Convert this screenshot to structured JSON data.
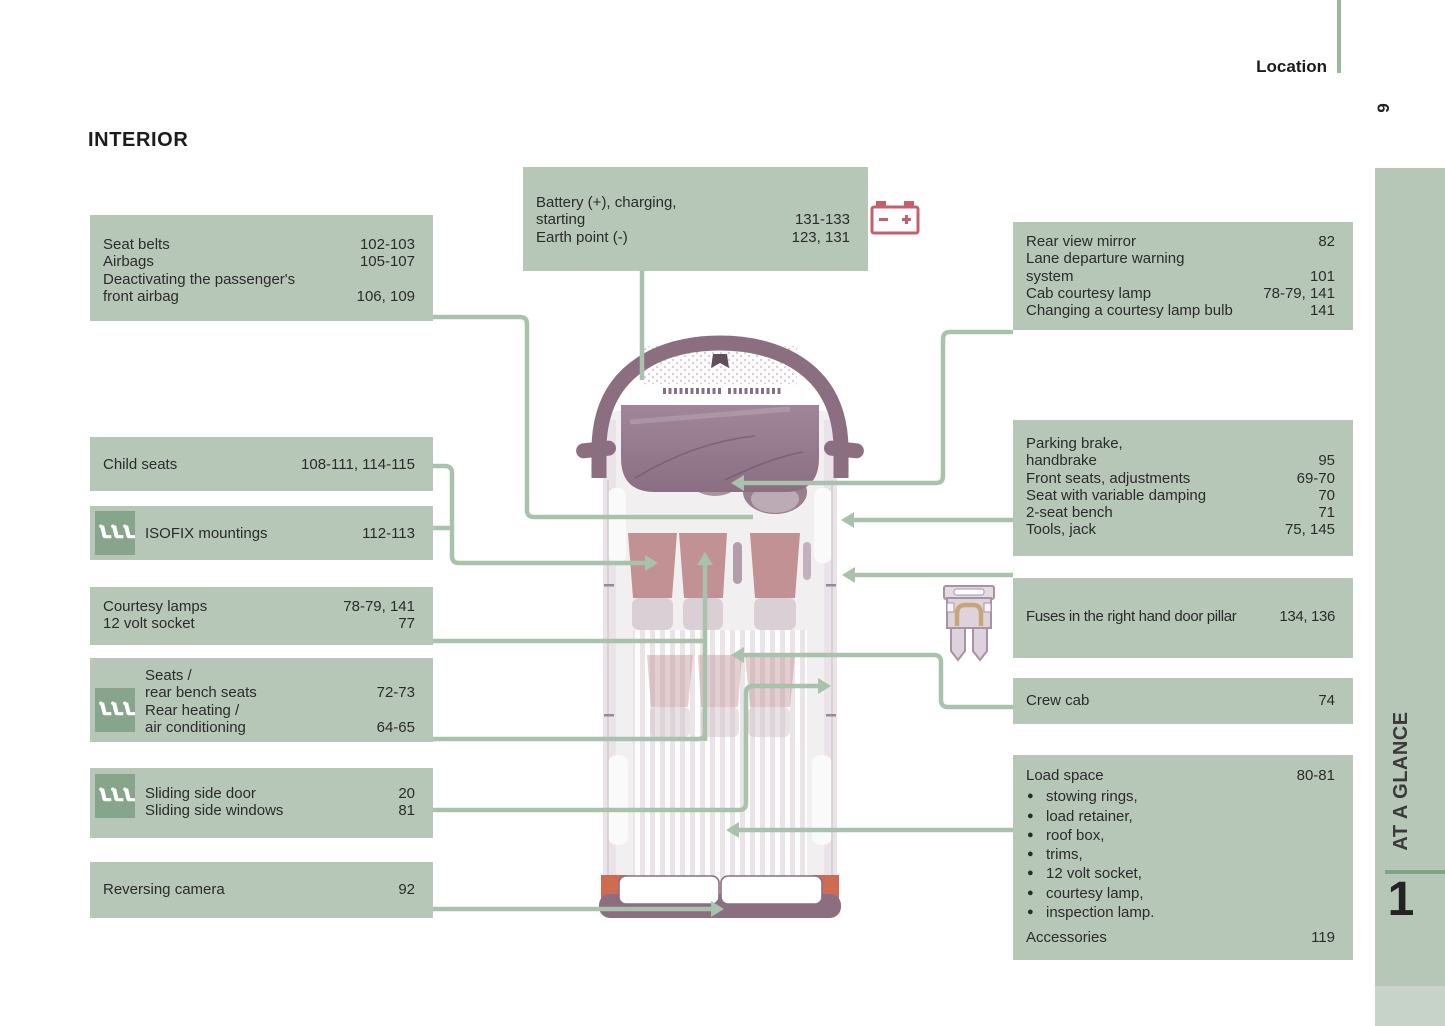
{
  "page": {
    "title": "INTERIOR",
    "header_label": "Location",
    "page_number": "9",
    "sidebar": {
      "tab": "AT A GLANCE",
      "chapter": "1"
    }
  },
  "colors": {
    "box_green": "#b6c7b8",
    "line_green": "#a9c2ab",
    "icon_square_green": "#87a58a",
    "sidebar_green": "#b6c7b8",
    "battery_red": "#c4606b",
    "taillight_orange": "#cd6b53",
    "van_dark_mauve": "#8b6f80",
    "seat_rose": "#c29193"
  },
  "icons": {
    "battery": "battery-icon",
    "fuse": "fuse-icon",
    "triple_seats": "triple-seat-icon"
  },
  "callouts": {
    "battery": {
      "rows": [
        {
          "label": "Battery (+), charging,",
          "pages": ""
        },
        {
          "label": "starting",
          "pages": "131-133"
        },
        {
          "label": "Earth point (-)",
          "pages": "123, 131"
        }
      ]
    },
    "seat_belts": {
      "rows": [
        {
          "label": "Seat belts",
          "pages": "102-103"
        },
        {
          "label": "Airbags",
          "pages": "105-107"
        },
        {
          "label": "Deactivating the passenger's",
          "pages": ""
        },
        {
          "label": "front airbag",
          "pages": "106, 109"
        }
      ]
    },
    "child_seats": {
      "rows": [
        {
          "label": "Child seats",
          "pages": "108-111, 114-115"
        }
      ]
    },
    "isofix": {
      "rows": [
        {
          "label": "ISOFIX mountings",
          "pages": "112-113"
        }
      ]
    },
    "courtesy": {
      "rows": [
        {
          "label": "Courtesy lamps",
          "pages": "78-79, 141"
        },
        {
          "label": "12 volt socket",
          "pages": "77"
        }
      ]
    },
    "seats": {
      "rows": [
        {
          "label": "Seats /",
          "pages": ""
        },
        {
          "label": "rear bench seats",
          "pages": "72-73"
        },
        {
          "label": "Rear heating /",
          "pages": ""
        },
        {
          "label": "air conditioning",
          "pages": "64-65"
        }
      ]
    },
    "sliding": {
      "rows": [
        {
          "label": "Sliding side door",
          "pages": "20"
        },
        {
          "label": "Sliding side windows",
          "pages": "81"
        }
      ]
    },
    "reversing": {
      "rows": [
        {
          "label": "Reversing camera",
          "pages": "92"
        }
      ]
    },
    "rear_view": {
      "rows": [
        {
          "label": "Rear view mirror",
          "pages": "82"
        },
        {
          "label": "Lane departure warning",
          "pages": ""
        },
        {
          "label": "system",
          "pages": "101"
        },
        {
          "label": "Cab courtesy lamp",
          "pages": "78-79, 141"
        },
        {
          "label": "Changing a courtesy lamp bulb",
          "pages": "141"
        }
      ]
    },
    "parking": {
      "rows": [
        {
          "label": "Parking brake,",
          "pages": ""
        },
        {
          "label": "handbrake",
          "pages": "95"
        },
        {
          "label": "Front seats, adjustments",
          "pages": "69-70"
        },
        {
          "label": "Seat with variable damping",
          "pages": "70"
        },
        {
          "label": "2-seat bench",
          "pages": "71"
        },
        {
          "label": "Tools, jack",
          "pages": "75, 145"
        }
      ]
    },
    "fuses": {
      "rows": [
        {
          "label": "Fuses in the right hand door pillar",
          "pages": "134, 136"
        }
      ]
    },
    "crew_cab": {
      "rows": [
        {
          "label": "Crew cab",
          "pages": "74"
        }
      ]
    },
    "load_space": {
      "header": {
        "label": "Load space",
        "pages": "80-81"
      },
      "bullets": [
        "stowing rings,",
        "load retainer,",
        "roof box,",
        "trims,",
        "12 volt socket,",
        "courtesy lamp,",
        "inspection lamp."
      ],
      "footer": {
        "label": "Accessories",
        "pages": "119"
      }
    }
  }
}
